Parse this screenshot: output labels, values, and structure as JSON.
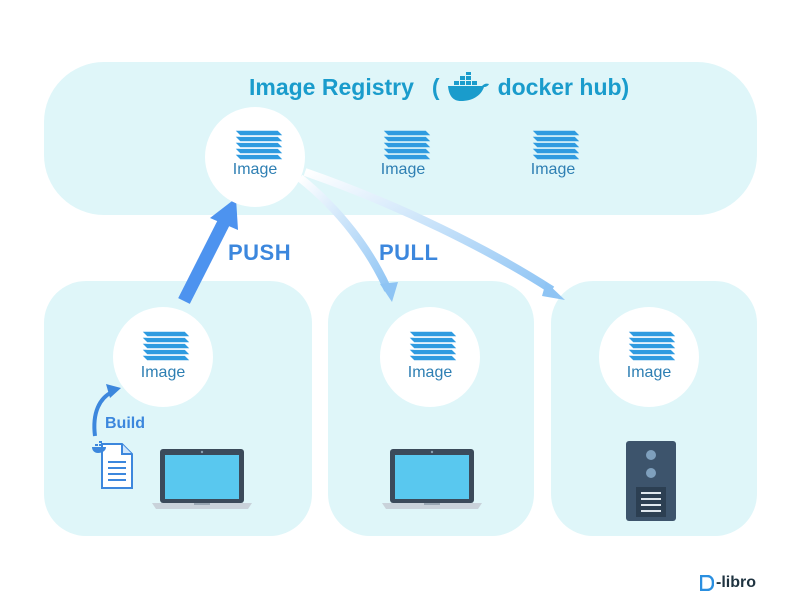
{
  "registry": {
    "title": "Image Registry",
    "open_paren": "(",
    "hub_label": "docker hub)",
    "images": [
      "Image",
      "Image",
      "Image"
    ]
  },
  "actions": {
    "push": "PUSH",
    "pull": "PULL",
    "build": "Build"
  },
  "dev_host": {
    "image": "Image"
  },
  "pull_host": {
    "image": "Image"
  },
  "server_host": {
    "image": "Image"
  },
  "logo": {
    "text": "-libro"
  },
  "colors": {
    "panel_bg": "#dff6f9",
    "title": "#1a9ccc",
    "stack_blue": "#2f9be0",
    "action_blue": "#3c87dd",
    "screen_blue": "#59c8ef",
    "laptop_dark": "#3b4a5a",
    "server_dark": "#3d546c"
  }
}
